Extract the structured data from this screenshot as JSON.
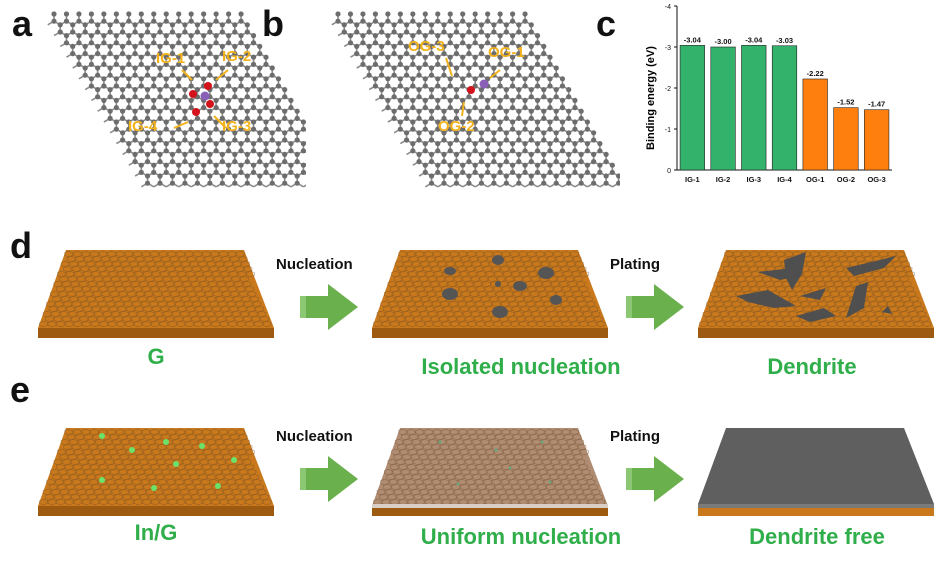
{
  "panels": {
    "a": "a",
    "b": "b",
    "c": "c",
    "d": "d",
    "e": "e"
  },
  "panel_a": {
    "labels": [
      "IG-1",
      "IG-2",
      "IG-3",
      "IG-4"
    ]
  },
  "panel_b": {
    "labels": [
      "OG-3",
      "OG-1",
      "OG-2"
    ]
  },
  "chart_data": {
    "type": "bar",
    "categories": [
      "IG-1",
      "IG-2",
      "IG-3",
      "IG-4",
      "OG-1",
      "OG-2",
      "OG-3"
    ],
    "values": [
      -3.04,
      -3.0,
      -3.04,
      -3.03,
      -2.22,
      -1.52,
      -1.47
    ],
    "value_labels": [
      "-3.04",
      "-3.00",
      "-3.04",
      "-3.03",
      "-2.22",
      "-1.52",
      "-1.47"
    ],
    "ylabel": "Binding energy (eV)",
    "ylim": [
      0,
      -4
    ],
    "yticks": [
      "0",
      "-1",
      "-2",
      "-3",
      "-4"
    ],
    "colors": [
      "#33b26b",
      "#33b26b",
      "#33b26b",
      "#33b26b",
      "#ff7f0e",
      "#ff7f0e",
      "#ff7f0e"
    ],
    "grid": false
  },
  "row_d": {
    "step1": "Nucleation",
    "step2": "Plating",
    "captions": [
      "G",
      "Isolated nucleation",
      "Dendrite"
    ]
  },
  "row_e": {
    "step1": "Nucleation",
    "step2": "Plating",
    "captions": [
      "In/G",
      "Uniform nucleation",
      "Dendrite free"
    ]
  },
  "colors": {
    "substrate": "#c9791c",
    "caption_green": "#2fae4a",
    "site_label": "#f2b21c",
    "arrow_green": "#6ab04c",
    "metal_gray": "#5f5f5f"
  }
}
